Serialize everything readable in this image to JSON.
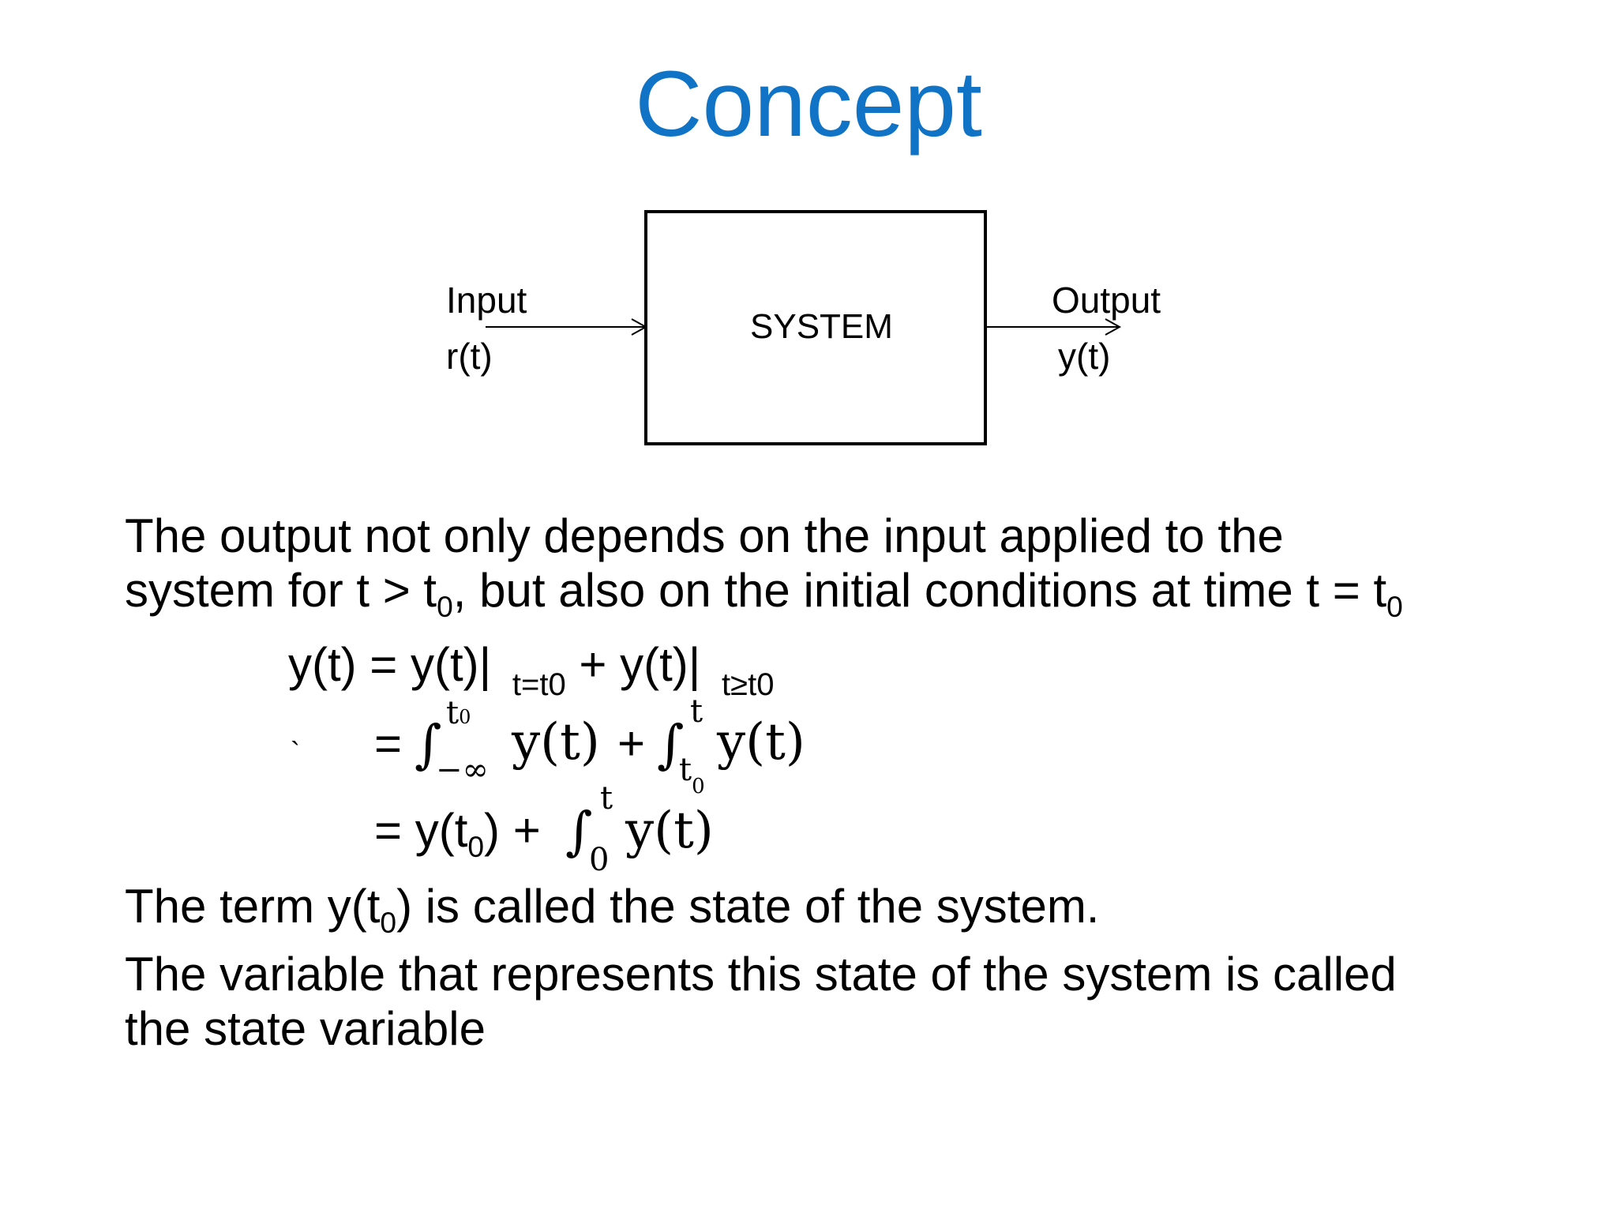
{
  "slide": {
    "title": "Concept",
    "diagram": {
      "input_label": "Input",
      "input_signal": "r(t)",
      "system_label": "SYSTEM",
      "output_label": "Output",
      "output_signal": "y(t)"
    },
    "body": {
      "line1": "The output not only depends on the input applied to the",
      "line2_a": "system for t > t",
      "line2_sub1": "0",
      "line2_b": ", but also on the initial conditions at time t = t",
      "line2_sub2": "0",
      "eq1_a": "y(t) = y(t)|",
      "eq1_sub1": "t=t0",
      "eq1_b": "+ y(t)|",
      "eq1_sub2": "t≥t0",
      "eq2_mark": "`",
      "eq2_eq": "=",
      "eq2_int1_upper": "t",
      "eq2_int1_upper_sub": "0",
      "eq2_int1_lower": "−∞",
      "eq2_int1_body": "y(t)",
      "eq2_plus": "+",
      "eq2_int2_upper": "t",
      "eq2_int2_lower": "t",
      "eq2_int2_lower_sub": "0",
      "eq2_int2_body": "y(t)",
      "eq3_a": "= y(t",
      "eq3_sub": "0",
      "eq3_b": ") +",
      "eq3_int_upper": "t",
      "eq3_int_lower": "0",
      "eq3_int_body": "y(t)",
      "line3_a": "The term y(t",
      "line3_sub": "0",
      "line3_b": ") is called the state of the system.",
      "line4": "The variable that represents this state of the system is called",
      "line5": "the state variable"
    }
  }
}
